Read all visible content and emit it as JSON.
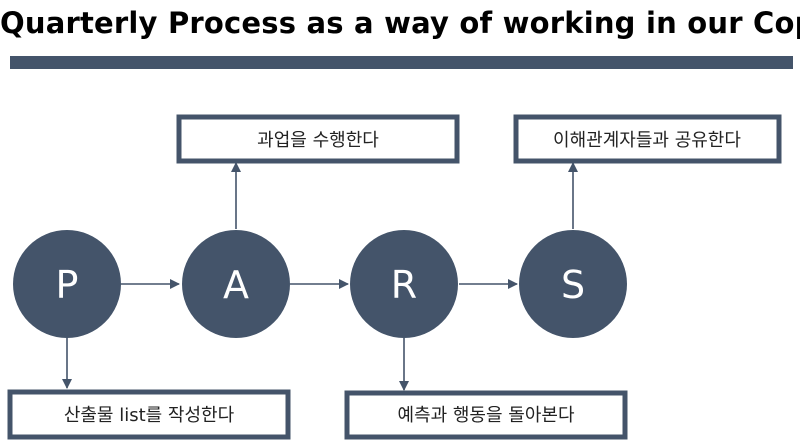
{
  "title": "Quarterly Process as a way of working in our Cop.",
  "colors": {
    "accent": "#44546a",
    "arrow": "#44546a",
    "node_text": "#ffffff",
    "box_text": "#222222"
  },
  "nodes": [
    {
      "id": "P",
      "letter": "P"
    },
    {
      "id": "A",
      "letter": "A"
    },
    {
      "id": "R",
      "letter": "R"
    },
    {
      "id": "S",
      "letter": "S"
    }
  ],
  "boxes": [
    {
      "id": "p-box",
      "text": "산출물 list를 작성한다",
      "linked_node": "P",
      "direction": "down"
    },
    {
      "id": "a-box",
      "text": "과업을 수행한다",
      "linked_node": "A",
      "direction": "up"
    },
    {
      "id": "r-box",
      "text": "예측과 행동을 돌아본다",
      "linked_node": "R",
      "direction": "down"
    },
    {
      "id": "s-box",
      "text": "이해관계자들과 공유한다",
      "linked_node": "S",
      "direction": "up"
    }
  ]
}
